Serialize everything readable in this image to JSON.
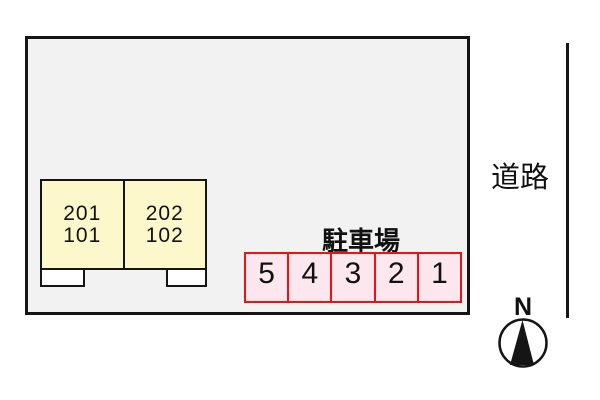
{
  "site": {
    "background_color": "#f2f2f2",
    "line_color": "#151515"
  },
  "building": {
    "fill_color": "#fcf8cb",
    "units": [
      {
        "upper": "201",
        "lower": "101"
      },
      {
        "upper": "202",
        "lower": "102"
      }
    ]
  },
  "parking": {
    "label": "駐車場",
    "fill_color": "#fce7ee",
    "border_color": "#ee1111",
    "spaces": [
      "5",
      "4",
      "3",
      "2",
      "1"
    ]
  },
  "road": {
    "label": "道路"
  },
  "compass": {
    "north_label": "N"
  }
}
